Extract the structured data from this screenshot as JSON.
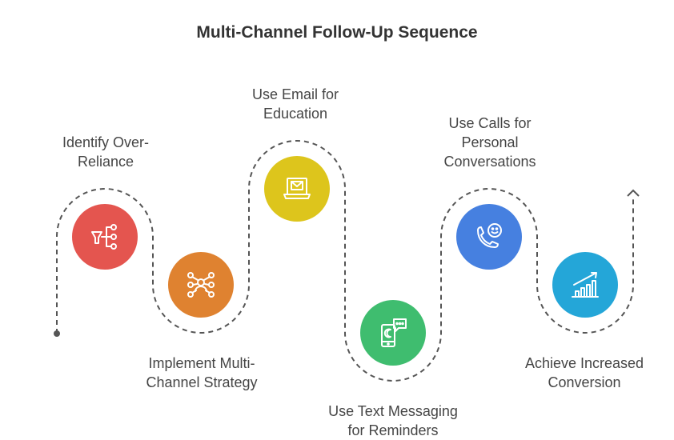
{
  "title": "Multi-Channel Follow-Up Sequence",
  "steps": [
    {
      "icon": "funnel-network-icon",
      "color": "#e4554f",
      "label_lines": [
        "Identify Over-",
        "Reliance"
      ]
    },
    {
      "icon": "person-network-icon",
      "color": "#df8230",
      "label_lines": [
        "Implement Multi-",
        "Channel Strategy"
      ]
    },
    {
      "icon": "laptop-email-icon",
      "color": "#ddc51c",
      "label_lines": [
        "Use Email for",
        "Education"
      ]
    },
    {
      "icon": "phone-chat-icon",
      "color": "#3fbd6f",
      "label_lines": [
        "Use Text Messaging",
        "for Reminders"
      ]
    },
    {
      "icon": "phone-call-smile-icon",
      "color": "#4680e0",
      "label_lines": [
        "Use Calls for",
        "Personal",
        "Conversations"
      ]
    },
    {
      "icon": "growth-chart-icon",
      "color": "#24a6d8",
      "label_lines": [
        "Achieve Increased",
        "Conversion"
      ]
    }
  ]
}
